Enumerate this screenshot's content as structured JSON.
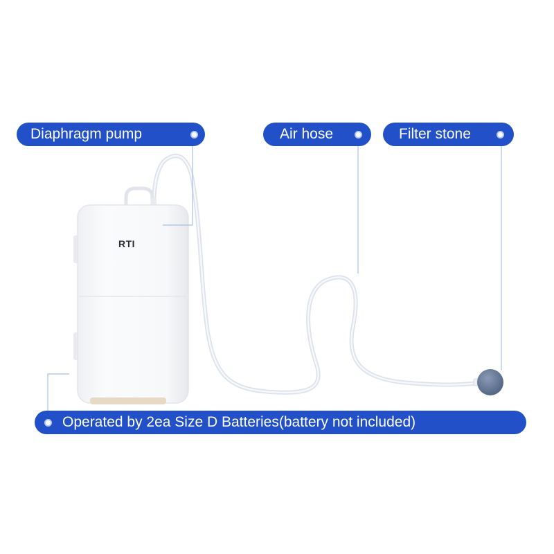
{
  "labels": {
    "pump": "Diaphragm  pump",
    "hose": "Air hose",
    "stone": "Filter stone",
    "battery": "Operated by 2ea Size D Batteries(battery not included)"
  },
  "product": {
    "brand": "RTI"
  },
  "colors": {
    "label_bg": "#2150c8",
    "label_text": "#ffffff",
    "leader_line": "#a9bde8",
    "pump_body": "#f6f7f9",
    "stone": "#6d7f9c"
  }
}
